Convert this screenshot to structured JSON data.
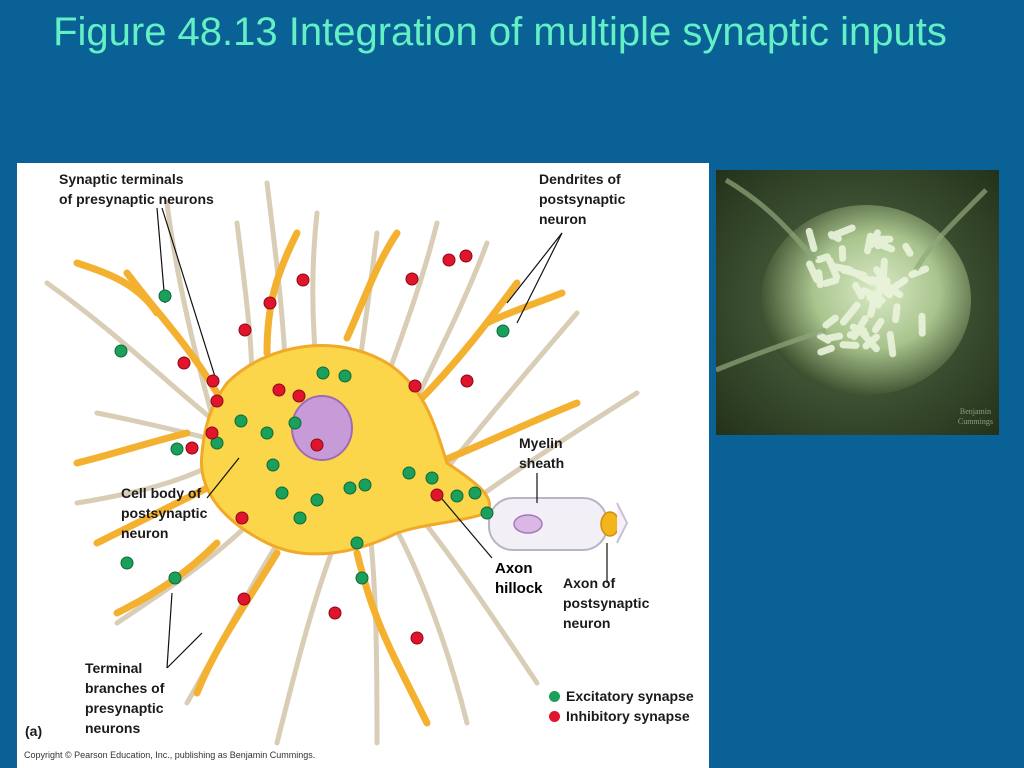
{
  "slide": {
    "title": "Figure 48.13  Integration of multiple synaptic inputs"
  },
  "figure": {
    "labels": {
      "synaptic_terminals": "Synaptic terminals\nof presynaptic neurons",
      "dendrites": "Dendrites of\npostsynaptic\nneuron",
      "myelin": "Myelin\nsheath",
      "cell_body": "Cell body of\npostsynaptic\nneuron",
      "axon_hillock": "Axon\nhillock",
      "axon": "Axon of\npostsynaptic\nneuron",
      "terminal_branches": "Terminal\nbranches of\npresynaptic\nneurons"
    },
    "panel_letter": "(a)",
    "legend": {
      "excitatory": "Excitatory synapse",
      "inhibitory": "Inhibitory synapse"
    },
    "copyright": "Copyright © Pearson Education, Inc., publishing as Benjamin Cummings.",
    "colors": {
      "excitatory": "#1aa05a",
      "inhibitory": "#e0142a",
      "cell_body": "#fbd54a",
      "nucleus": "#c79ad8",
      "presynaptic_fiber": "#d8cdb8",
      "dendrite": "#f4b130"
    }
  },
  "photo": {
    "credit": "Benjamin\nCummings"
  }
}
